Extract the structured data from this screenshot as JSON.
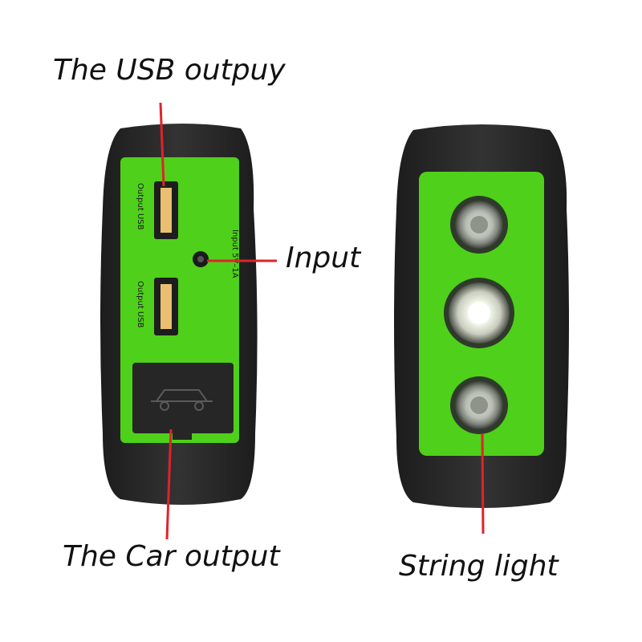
{
  "labels": {
    "usb_output": "The USB outpuy",
    "input": "Input",
    "car_output": "The Car output",
    "string_light": "String light"
  },
  "device_text": {
    "usb_port_1": "Output USB",
    "usb_port_2": "Output USB",
    "input_port": "Input 5V–1A"
  },
  "colors": {
    "body": "#2b2b2b",
    "panel": "#4fd01a",
    "pointer": "#e0232a",
    "usb_insert": "#e8c070",
    "led_bright": "#ffffff"
  },
  "icons": {
    "car_cover": "car-icon"
  }
}
